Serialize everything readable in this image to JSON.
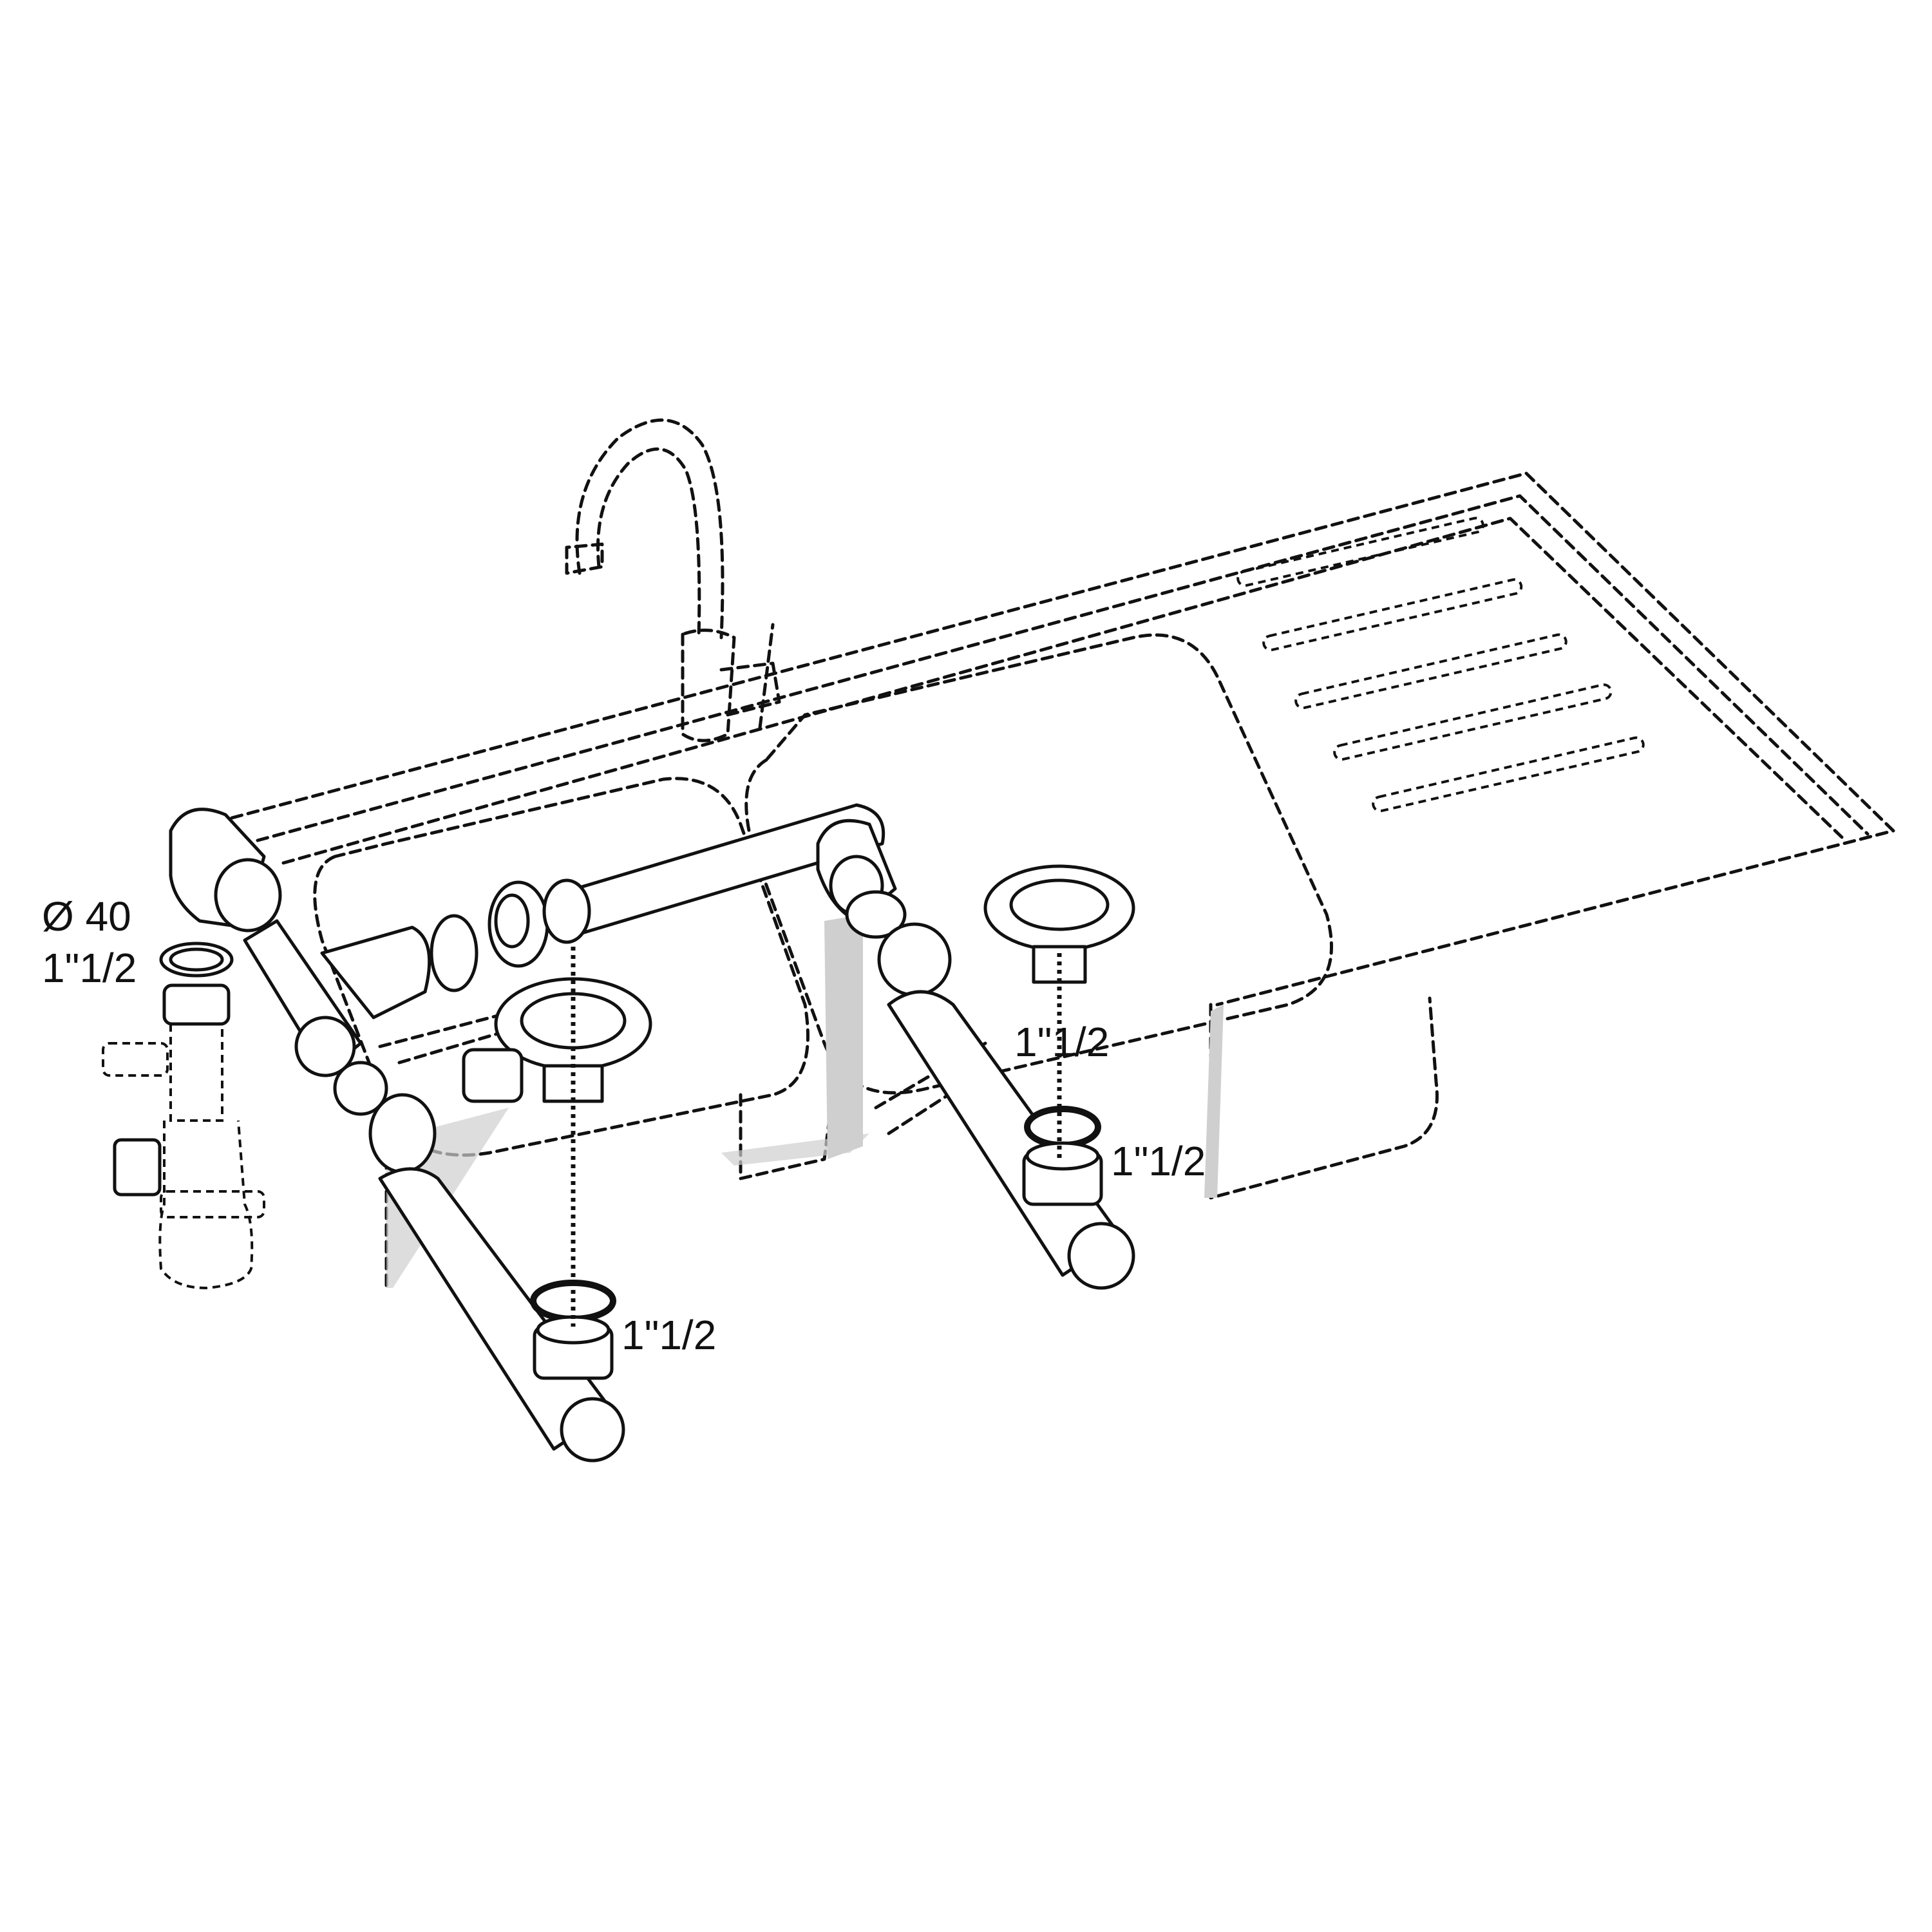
{
  "labels": {
    "diameter": "Ø 40",
    "trap_thread": "1\"1/2",
    "left_strainer_thread": "1\"1/2",
    "right_strainer_thread": "1\"1/2",
    "right_nut_thread": "1\"1/2"
  },
  "colors": {
    "line": "#111111",
    "pipe_fill": "#ffffff",
    "pipe_shade": "#c8c8c8",
    "ghost_shadow": "#cfcfcf",
    "background": "#ffffff"
  }
}
